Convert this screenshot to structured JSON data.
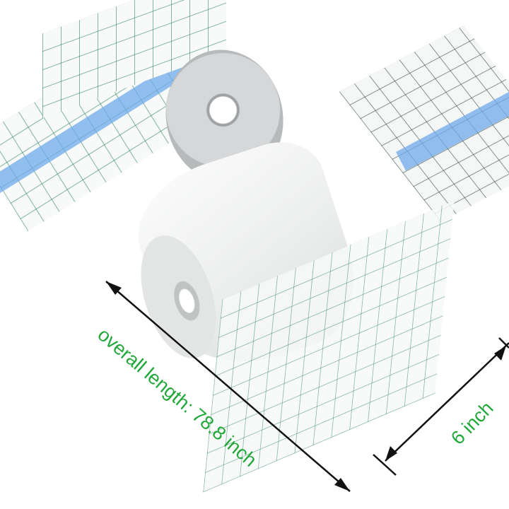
{
  "image": {
    "description": "Product photo of transparent waterproof film dressing rolls with green grid print and a blue release strip",
    "background": "#ffffff"
  },
  "annotations": {
    "length_label": "overall length: 78.8 inch",
    "width_label": "6 inch",
    "label_color": "#22a83a",
    "arrow_color": "#111111"
  },
  "colors": {
    "grid_green": "#1e7850",
    "blue_strip": "#6eaaeb",
    "roll_gray": "#c9cbcc",
    "roll_white": "#eef0ef"
  }
}
